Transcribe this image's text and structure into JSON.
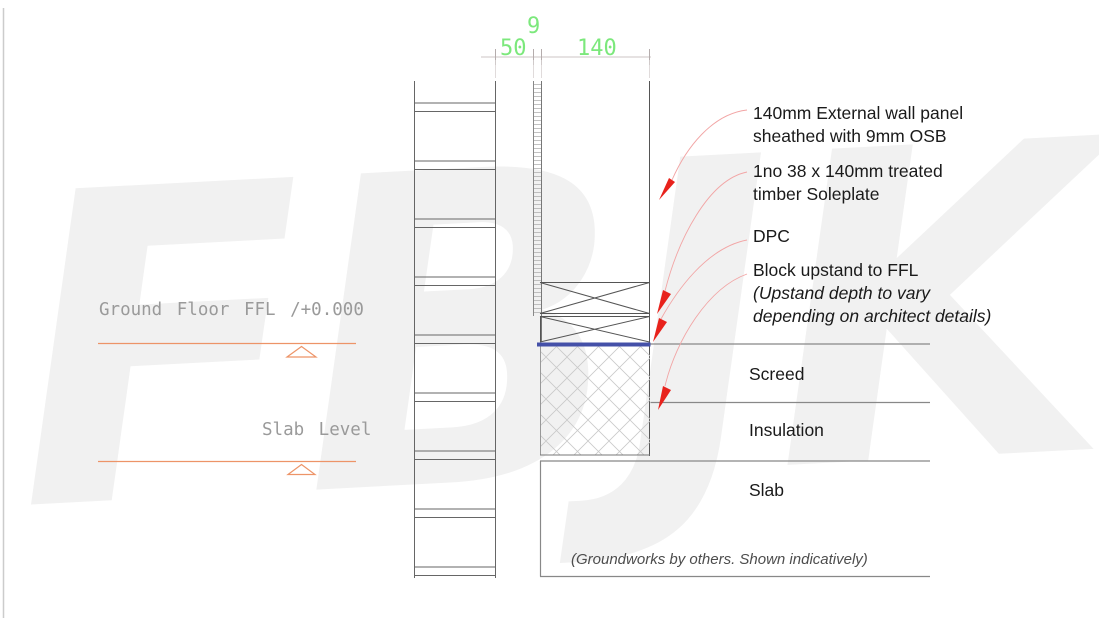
{
  "watermark": "FBJK",
  "top_dimensions": {
    "cavity": "50",
    "osb": "9",
    "panel": "140"
  },
  "level_markers": {
    "ffl_label": "Ground Floor FFL /+0.000",
    "slab_label": "Slab Level"
  },
  "callouts": {
    "panel_l1": "140mm External wall panel",
    "panel_l2": "sheathed with 9mm OSB",
    "soleplate_l1": "1no 38 x 140mm treated",
    "soleplate_l2": "timber Soleplate",
    "dpc": "DPC",
    "upstand_l1": "Block upstand to FFL",
    "upstand_l2": "(Upstand depth to vary",
    "upstand_l3": "depending on architect details)"
  },
  "floor_layers": {
    "screed": "Screed",
    "insulation": "Insulation",
    "slab": "Slab"
  },
  "footnote": "(Groundworks by others. Shown indicatively)",
  "colors": {
    "dimension_text": "#7ce87c",
    "dimension_line": "#ccc4c4",
    "tick_line": "#b5adad",
    "level_marker": "#ed9468",
    "leader_line": "#f2a5a5",
    "leader_arrow": "#e8221c",
    "dpc": "#4450a8",
    "cad_text": "#9a9a9a",
    "watermark": "#f1f1f1"
  }
}
